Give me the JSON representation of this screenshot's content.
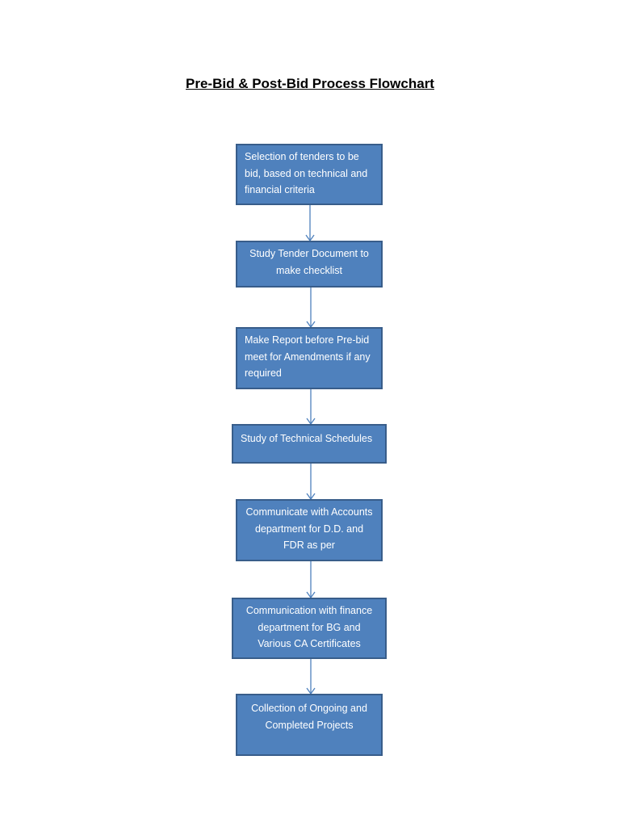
{
  "title": "Pre-Bid & Post-Bid Process Flowchart",
  "steps": [
    {
      "text": "Selection of tenders to be bid, based on technical and financial criteria"
    },
    {
      "text": "Study Tender Document to make checklist"
    },
    {
      "text": "Make Report before Pre-bid meet for Amendments if any required"
    },
    {
      "text": "Study of Technical Schedules"
    },
    {
      "text": "Communicate with Accounts department for D.D. and FDR as per"
    },
    {
      "text": "Communication with finance department for BG and Various CA Certificates"
    },
    {
      "text": "Collection of Ongoing and Completed Projects"
    }
  ],
  "colors": {
    "box_fill": "#4f81bd",
    "box_border": "#385d8a",
    "arrow": "#4f81bd"
  }
}
